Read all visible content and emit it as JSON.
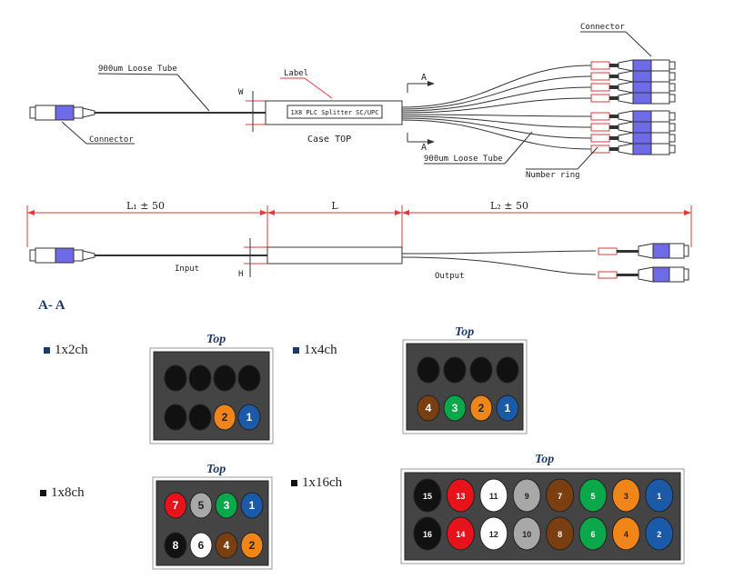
{
  "top_drawing": {
    "tube_left_label": "900um Loose Tube",
    "connector_left_label": "Connector",
    "label_tag": "Label",
    "label_text": "1X8 PLC Splitter SC/UPC",
    "case_label": "Case TOP",
    "w_label": "W",
    "section_a_top": "A",
    "section_a_bottom": "A",
    "connector_right_label": "Connector",
    "tube_right_label": "900um Loose Tube",
    "numbering_label": "Number ring"
  },
  "side_drawing": {
    "dim_l1": "L₁ ± 50",
    "dim_l": "L",
    "dim_l2": "L₂ ± 50",
    "h_label": "H",
    "input_label": "Input",
    "output_label": "Output"
  },
  "section_title": "A- A",
  "layouts": [
    {
      "title": "1x2ch",
      "top_label": "Top",
      "top_row": [
        "",
        "",
        "",
        ""
      ],
      "bottom_row": [
        "",
        "",
        "2",
        "1"
      ]
    },
    {
      "title": "1x4ch",
      "top_label": "Top",
      "top_row": [
        "",
        "",
        "",
        ""
      ],
      "bottom_row": [
        "4",
        "3",
        "2",
        "1"
      ]
    },
    {
      "title": "1x8ch",
      "top_label": "Top",
      "top_row": [
        "7",
        "5",
        "3",
        "1"
      ],
      "bottom_row": [
        "8",
        "6",
        "4",
        "2"
      ]
    },
    {
      "title": "1x16ch",
      "top_label": "Top",
      "top_row": [
        "15",
        "13",
        "11",
        "9",
        "7",
        "5",
        "3",
        "1"
      ],
      "bottom_row": [
        "16",
        "14",
        "12",
        "10",
        "8",
        "6",
        "4",
        "2"
      ]
    }
  ],
  "colors": {
    "black": "#111111",
    "red": "#e8121a",
    "white": "#ffffff",
    "gray": "#a8a8a8",
    "brown": "#7a3e10",
    "green": "#0aa84a",
    "orange": "#f0861a",
    "blue": "#1a5aa8",
    "panel": "#444444",
    "connector_blue": "#6e6ae8",
    "dim_red": "#e23a3a"
  }
}
